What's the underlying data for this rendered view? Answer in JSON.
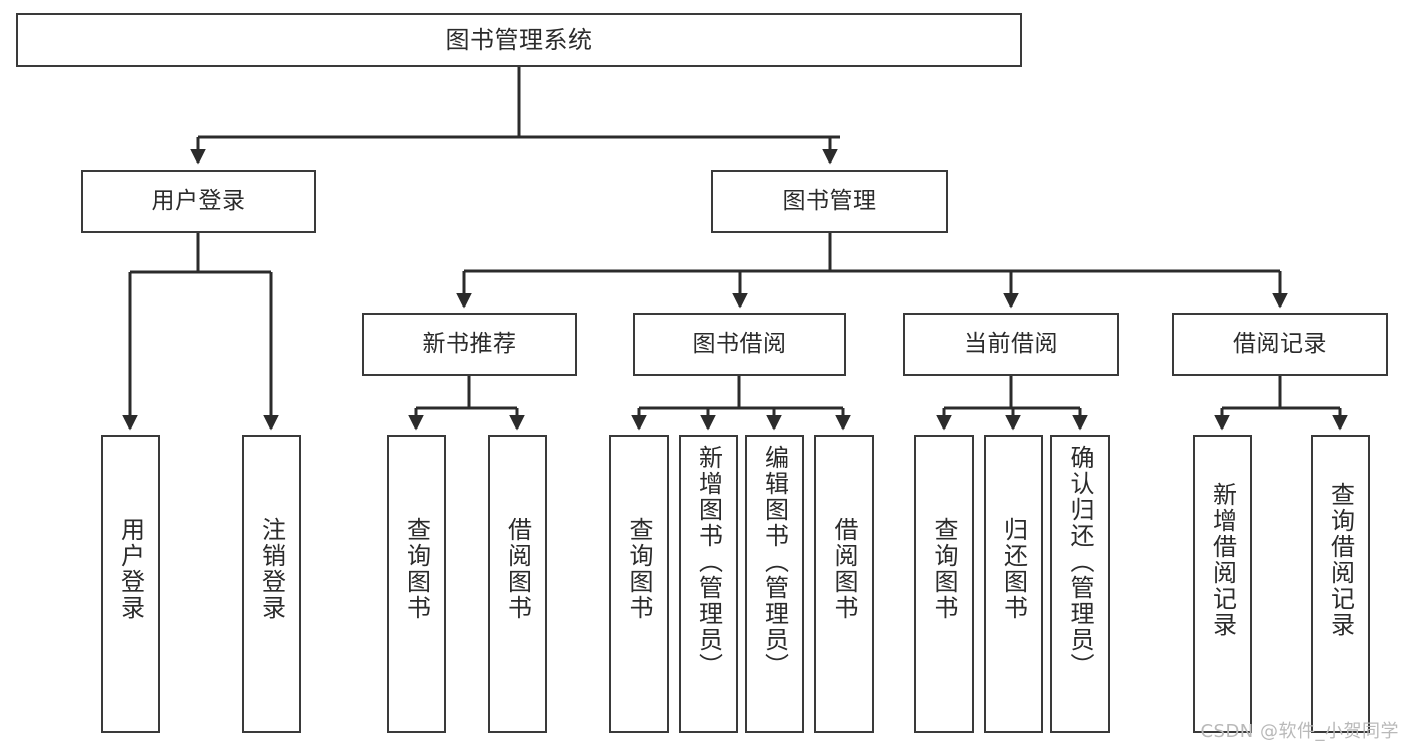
{
  "diagram": {
    "title": "图书管理系统",
    "watermark": "CSDN @软件_小贺同学",
    "colors": {
      "box_border": "#3a3a3a",
      "text": "#2b2b2b",
      "connector": "#2b2b2b",
      "background": "#ffffff",
      "watermark": "#b9b9b9"
    },
    "nodes": {
      "root": {
        "label": "图书管理系统"
      },
      "level2": [
        {
          "label": "用户登录"
        },
        {
          "label": "图书管理"
        }
      ],
      "level3": [
        {
          "label": "新书推荐"
        },
        {
          "label": "图书借阅"
        },
        {
          "label": "当前借阅"
        },
        {
          "label": "借阅记录"
        }
      ],
      "leaves_user_login": [
        {
          "label": "用户登录"
        },
        {
          "label": "注销登录"
        }
      ],
      "leaves_new_book": [
        {
          "label": "查询图书"
        },
        {
          "label": "借阅图书"
        }
      ],
      "leaves_borrow": [
        {
          "label": "查询图书"
        },
        {
          "label": "新增图书（管理员）"
        },
        {
          "label": "编辑图书（管理员）"
        },
        {
          "label": "借阅图书"
        }
      ],
      "leaves_current": [
        {
          "label": "查询图书"
        },
        {
          "label": "归还图书"
        },
        {
          "label": "确认归还（管理员）"
        }
      ],
      "leaves_records": [
        {
          "label": "新增借阅记录"
        },
        {
          "label": "查询借阅记录"
        }
      ]
    }
  }
}
